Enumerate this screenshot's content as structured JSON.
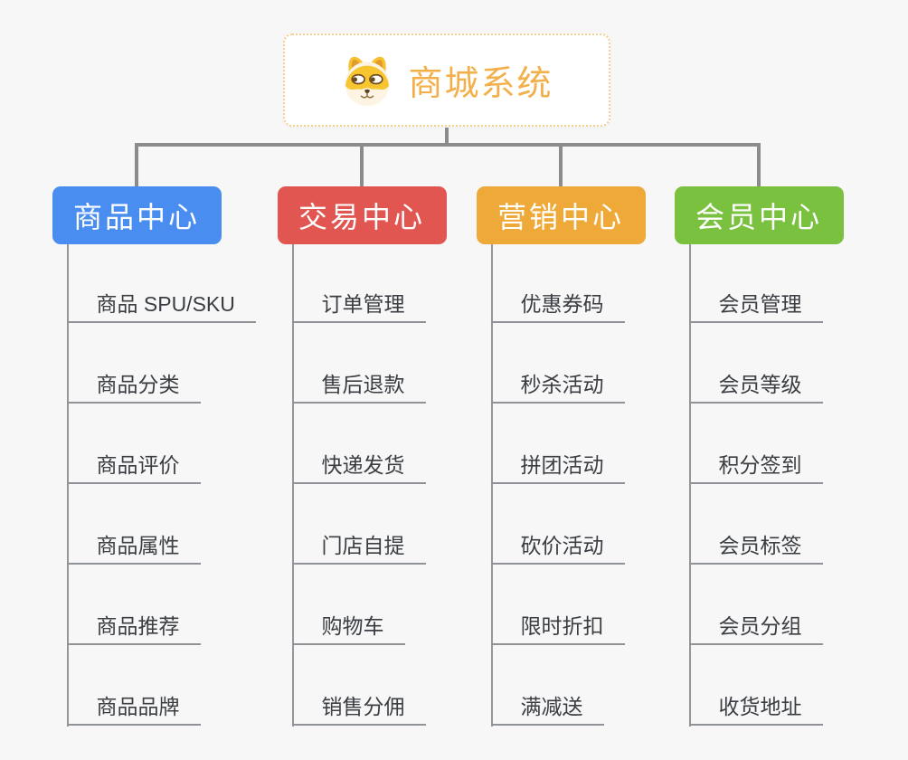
{
  "canvas": {
    "background": "#f7f7f7",
    "connector_color": "#8c8c8c",
    "leaf_line_color": "#8f9296",
    "leaf_text_color": "#3a3e43"
  },
  "root": {
    "title": "商城系统",
    "title_color": "#f3b04a",
    "border_color": "#f6ce92",
    "icon": "dog-face-icon"
  },
  "branches": [
    {
      "label": "商品中心",
      "color": "#4a8df0",
      "items": [
        "商品 SPU/SKU",
        "商品分类",
        "商品评价",
        "商品属性",
        "商品推荐",
        "商品品牌"
      ]
    },
    {
      "label": "交易中心",
      "color": "#e15651",
      "items": [
        "订单管理",
        "售后退款",
        "快递发货",
        "门店自提",
        "购物车",
        "销售分佣"
      ]
    },
    {
      "label": "营销中心",
      "color": "#efa939",
      "items": [
        "优惠券码",
        "秒杀活动",
        "拼团活动",
        "砍价活动",
        "限时折扣",
        "满减送"
      ]
    },
    {
      "label": "会员中心",
      "color": "#79c13f",
      "items": [
        "会员管理",
        "会员等级",
        "积分签到",
        "会员标签",
        "会员分组",
        "收货地址"
      ]
    }
  ]
}
